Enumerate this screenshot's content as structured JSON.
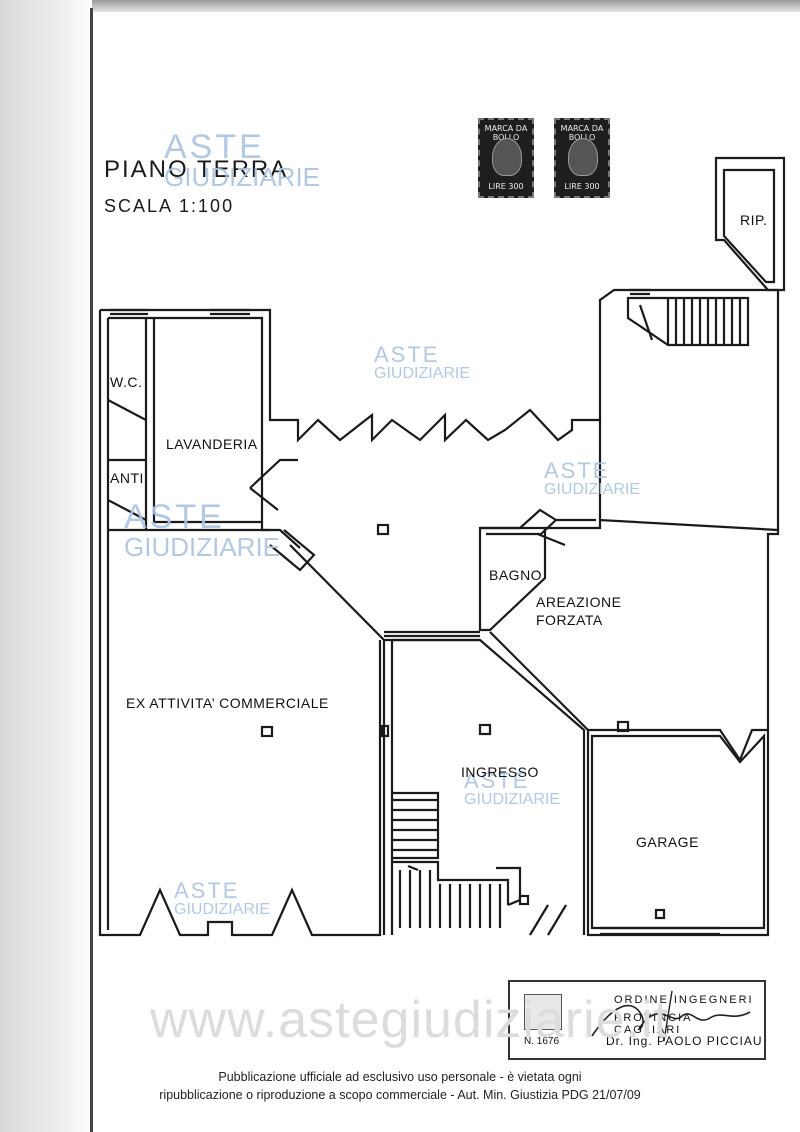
{
  "plan": {
    "title": "PIANO TERRA",
    "scale": "SCALA 1:100"
  },
  "rooms": {
    "rip": "RIP.",
    "wc": "W.C.",
    "anti": "ANTI",
    "lavanderia": "LAVANDERIA",
    "bagno": "BAGNO",
    "areazione_1": "AREAZIONE",
    "areazione_2": "FORZATA",
    "commerciale": "EX ATTIVITA’ COMMERCIALE",
    "ingresso": "INGRESSO",
    "garage": "GARAGE"
  },
  "watermark": {
    "aste": "ASTE",
    "giudiziarie": "GIUDIZIARIE",
    "site": "www.astegiudiziarie.it"
  },
  "stamps": {
    "header": "MARCA DA BOLLO",
    "value": "LIRE 300"
  },
  "seal": {
    "line1": "ORDINE INGEGNERI",
    "line2": "PROVINCIA CAGLIARI",
    "number": "N. 1676",
    "engineer": "Dr. Ing. PAOLO PICCIAU"
  },
  "footer": {
    "line1": "Pubblicazione ufficiale ad esclusivo uso personale - è vietata ogni",
    "line2": "ripubblicazione o riproduzione a scopo commerciale - Aut. Min. Giustizia PDG 21/07/09"
  }
}
